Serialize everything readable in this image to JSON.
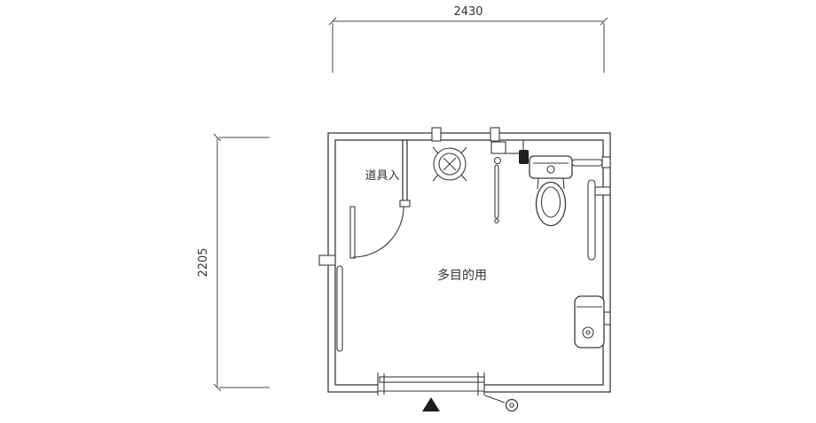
{
  "colors": {
    "background": "#ffffff",
    "line": "#3a3a3a",
    "text": "#333333",
    "marker_fill": "#1f1f1f"
  },
  "dimensions": {
    "top_width": "2430",
    "left_height": "2205"
  },
  "labels": {
    "closet": "道具入",
    "room": "多目的用"
  }
}
